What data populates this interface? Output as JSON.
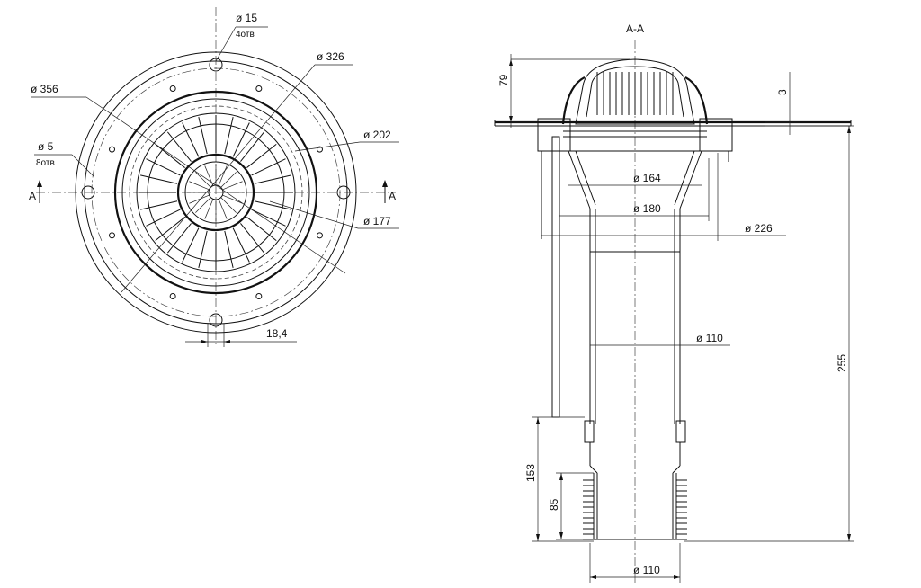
{
  "plan_view": {
    "diameters": {
      "hole_large": {
        "value": "ø 15",
        "qty": "4отв"
      },
      "bolt_circle": "ø 326",
      "outer": "ø 356",
      "hole_small": {
        "value": "ø 5",
        "qty": "8отв"
      },
      "inner_ring": "ø 202",
      "grate": "ø 177"
    },
    "width_dim": "18,4",
    "section_mark": "A"
  },
  "section_view": {
    "title": "A-A",
    "dims": {
      "dome_height": "79",
      "flange_thickness": "3",
      "neck": "ø 164",
      "collar": "ø 180",
      "flange": "ø 226",
      "pipe": "ø 110",
      "outlet": "ø 110",
      "total_height": "255",
      "lower_height": "153",
      "spigot_height": "85"
    }
  }
}
